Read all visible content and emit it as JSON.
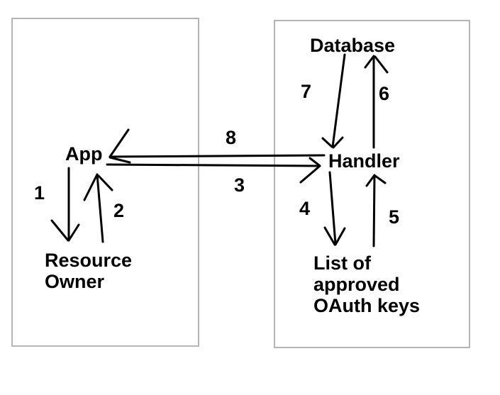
{
  "nodes": {
    "app": {
      "label": "App"
    },
    "resource_owner": {
      "lines": [
        "Resource",
        "Owner"
      ]
    },
    "database": {
      "label": "Database"
    },
    "handler": {
      "label": "Handler"
    },
    "oauth_list": {
      "lines": [
        "List of",
        "approved",
        "OAuth keys"
      ]
    }
  },
  "arrow_labels": [
    "1",
    "2",
    "3",
    "4",
    "5",
    "6",
    "7",
    "8"
  ],
  "edges": [
    {
      "label": "1",
      "from": "App",
      "to": "Resource Owner"
    },
    {
      "label": "2",
      "from": "Resource Owner",
      "to": "App"
    },
    {
      "label": "3",
      "from": "App",
      "to": "Handler"
    },
    {
      "label": "4",
      "from": "Handler",
      "to": "List of approved OAuth keys"
    },
    {
      "label": "5",
      "from": "List of approved OAuth keys",
      "to": "Handler"
    },
    {
      "label": "6",
      "from": "Handler",
      "to": "Database"
    },
    {
      "label": "7",
      "from": "Database",
      "to": "Handler"
    },
    {
      "label": "8",
      "from": "Handler",
      "to": "App"
    }
  ],
  "colors": {
    "line": "#000000",
    "text": "#000000",
    "box_border": "#b4b4b4",
    "background": "#ffffff"
  }
}
